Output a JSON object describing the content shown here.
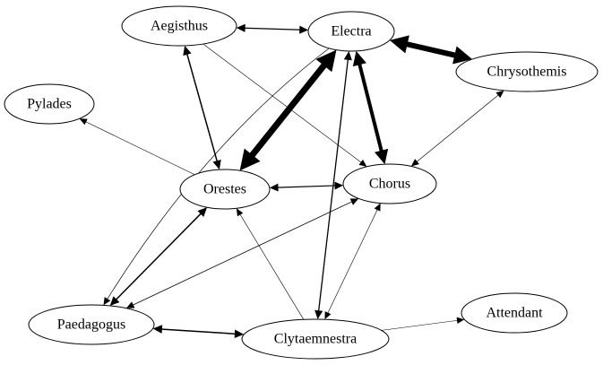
{
  "diagram": {
    "nodes": [
      {
        "id": "aegisthus",
        "label": "Aegisthus"
      },
      {
        "id": "electra",
        "label": "Electra"
      },
      {
        "id": "chrysothemis",
        "label": "Chrysothemis"
      },
      {
        "id": "pylades",
        "label": "Pylades"
      },
      {
        "id": "orestes",
        "label": "Orestes"
      },
      {
        "id": "chorus",
        "label": "Chorus"
      },
      {
        "id": "paedagogus",
        "label": "Paedagogus"
      },
      {
        "id": "clytaemnestra",
        "label": "Clytaemnestra"
      },
      {
        "id": "attendant",
        "label": "Attendant"
      }
    ],
    "edges": [
      {
        "from": "aegisthus",
        "to": "electra",
        "directed": "both",
        "weight": 1.3
      },
      {
        "from": "electra",
        "to": "chrysothemis",
        "directed": "both",
        "weight": 6
      },
      {
        "from": "electra",
        "to": "orestes",
        "directed": "both",
        "weight": 7
      },
      {
        "from": "electra",
        "to": "chorus",
        "directed": "both",
        "weight": 4
      },
      {
        "from": "aegisthus",
        "to": "orestes",
        "directed": "both",
        "weight": 1.5
      },
      {
        "from": "aegisthus",
        "to": "chorus",
        "directed": "forward",
        "weight": 0.6
      },
      {
        "from": "chrysothemis",
        "to": "chorus",
        "directed": "both",
        "weight": 0.7
      },
      {
        "from": "orestes",
        "to": "pylades",
        "directed": "forward",
        "weight": 0.6
      },
      {
        "from": "orestes",
        "to": "chorus",
        "directed": "both",
        "weight": 1.2
      },
      {
        "from": "orestes",
        "to": "paedagogus",
        "directed": "both",
        "weight": 1.5
      },
      {
        "from": "electra",
        "to": "paedagogus",
        "directed": "forward",
        "weight": 0.7
      },
      {
        "from": "chorus",
        "to": "paedagogus",
        "directed": "both",
        "weight": 0.8
      },
      {
        "from": "electra",
        "to": "clytaemnestra",
        "directed": "both",
        "weight": 1.3
      },
      {
        "from": "chorus",
        "to": "clytaemnestra",
        "directed": "both",
        "weight": 0.6
      },
      {
        "from": "clytaemnestra",
        "to": "orestes",
        "directed": "forward",
        "weight": 0.6
      },
      {
        "from": "paedagogus",
        "to": "clytaemnestra",
        "directed": "both",
        "weight": 1.5
      },
      {
        "from": "clytaemnestra",
        "to": "attendant",
        "directed": "forward",
        "weight": 0.6
      }
    ]
  }
}
